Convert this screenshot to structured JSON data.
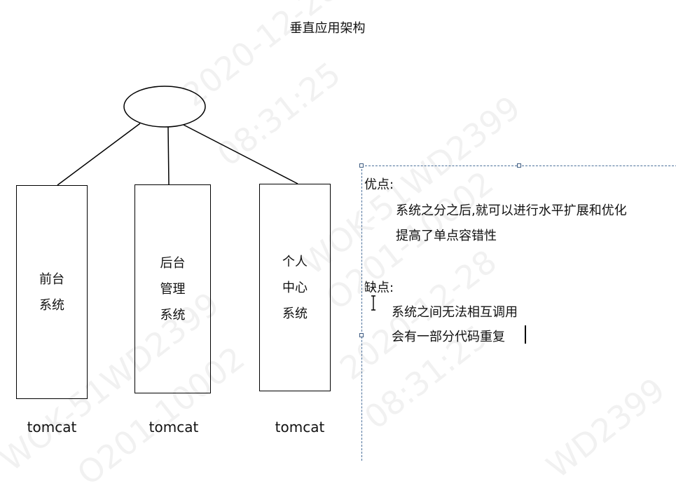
{
  "title": "垂直应用架构",
  "boxes": [
    {
      "lines": [
        "前台",
        "系统"
      ],
      "server": "tomcat"
    },
    {
      "lines": [
        "后台",
        "管理",
        "系统"
      ],
      "server": "tomcat"
    },
    {
      "lines": [
        "个人",
        "中心",
        "系统"
      ],
      "server": "tomcat"
    }
  ],
  "advantages": {
    "label": "优点:",
    "items": [
      "系统之分之后,就可以进行水平扩展和优化",
      "提高了单点容错性"
    ]
  },
  "disadvantages": {
    "label": "缺点:",
    "items": [
      "系统之间无法相互调用",
      "会有一部分代码重复"
    ]
  },
  "watermarks": [
    "2020-12-28",
    "08:31:25",
    "WOK-51WD2399",
    "O201-10002",
    "2020-12-28",
    "08:31:25",
    "WOK-51WD2399",
    "O201-10002",
    "WD2399"
  ]
}
